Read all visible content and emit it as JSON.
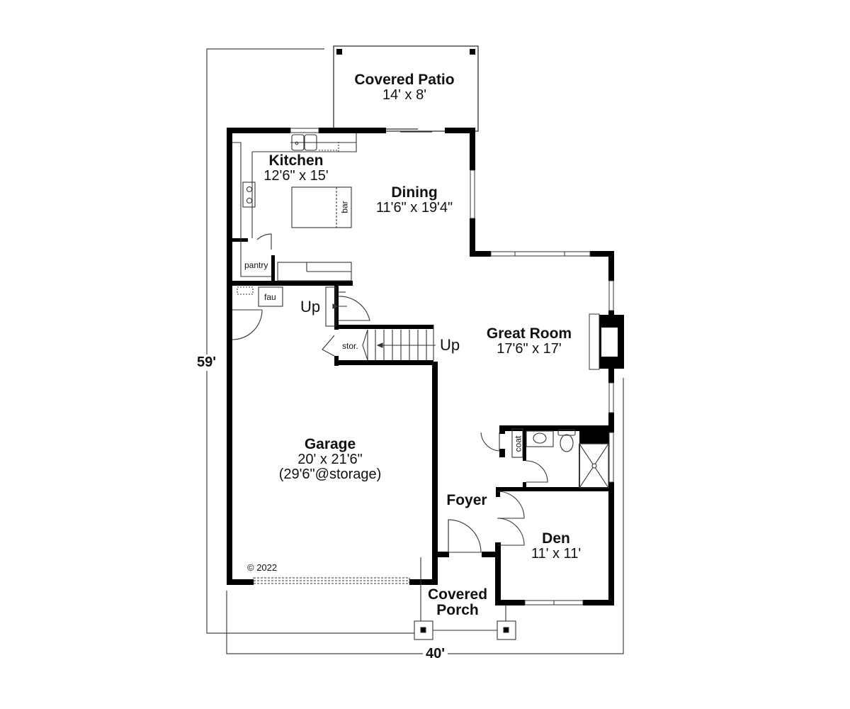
{
  "plan": {
    "overall_width": "40'",
    "overall_depth": "59'",
    "copyright": "© 2022"
  },
  "rooms": {
    "covered_patio": {
      "name": "Covered Patio",
      "dims": "14' x 8'"
    },
    "kitchen": {
      "name": "Kitchen",
      "dims": "12'6\" x 15'"
    },
    "dining": {
      "name": "Dining",
      "dims": "11'6\" x 19'4\""
    },
    "great_room": {
      "name": "Great Room",
      "dims": "17'6\" x 17'"
    },
    "garage": {
      "name": "Garage",
      "dims": "20' x 21'6\"",
      "note": "(29'6\"@storage)"
    },
    "foyer": {
      "name": "Foyer"
    },
    "den": {
      "name": "Den",
      "dims": "11' x 11'"
    },
    "covered_porch": {
      "name_line1": "Covered",
      "name_line2": "Porch"
    }
  },
  "fixtures": {
    "pantry": "pantry",
    "bar": "bar",
    "fau": "fau",
    "stor": "stor.",
    "coat": "coat",
    "stair_up_1": "Up",
    "stair_up_2": "Up"
  },
  "colors": {
    "wall": "#000000",
    "line": "#333333",
    "background": "#ffffff"
  }
}
